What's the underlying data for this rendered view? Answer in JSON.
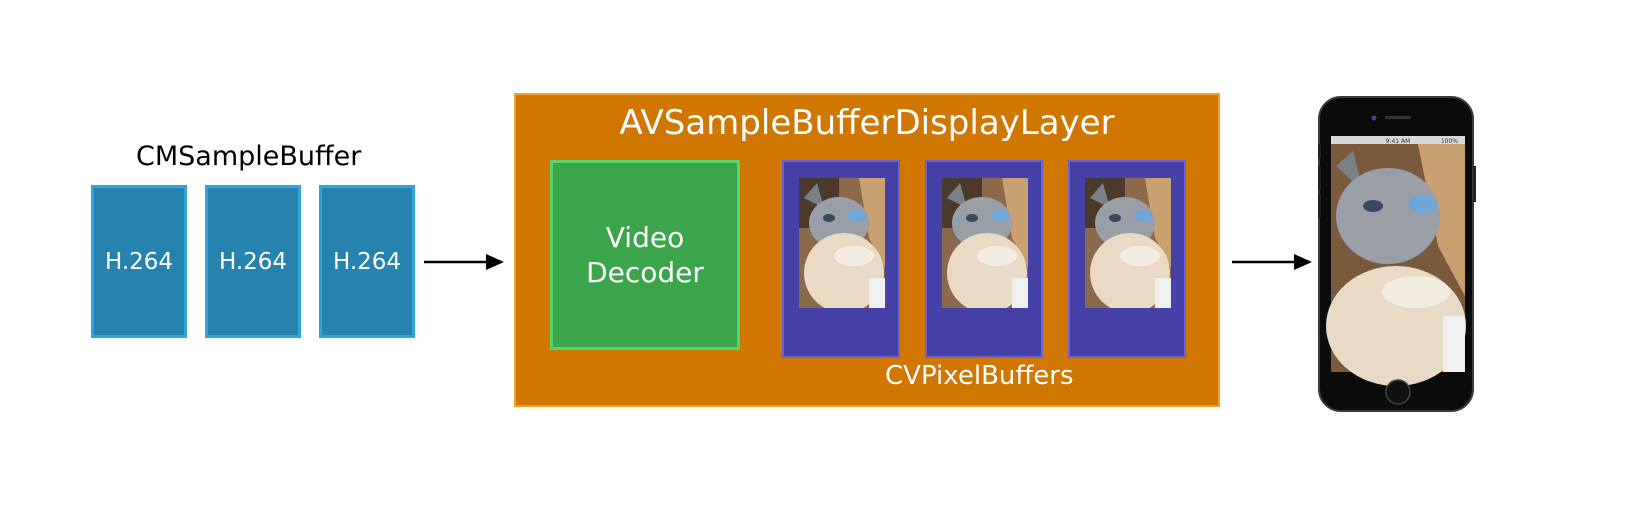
{
  "input": {
    "title": "CMSampleBuffer",
    "frames": [
      "H.264",
      "H.264",
      "H.264"
    ]
  },
  "display_layer": {
    "title": "AVSampleBufferDisplayLayer",
    "decoder_label_line1": "Video",
    "decoder_label_line2": "Decoder",
    "pixel_buffers_label": "CVPixelBuffers",
    "pixel_buffer_count": 3
  },
  "output": {
    "device": "iphone",
    "status_time": "9:41 AM",
    "status_battery": "100%"
  },
  "colors": {
    "h264_fill": "#2583ad",
    "h264_border": "#2fa5db",
    "layer_fill": "#cf7700",
    "decoder_fill": "#3ba54c",
    "pixel_buffer_fill": "#4541a8",
    "arrow": "#000000"
  },
  "icons": {
    "cat_image": "cat-photo",
    "phone": "phone-icon"
  }
}
